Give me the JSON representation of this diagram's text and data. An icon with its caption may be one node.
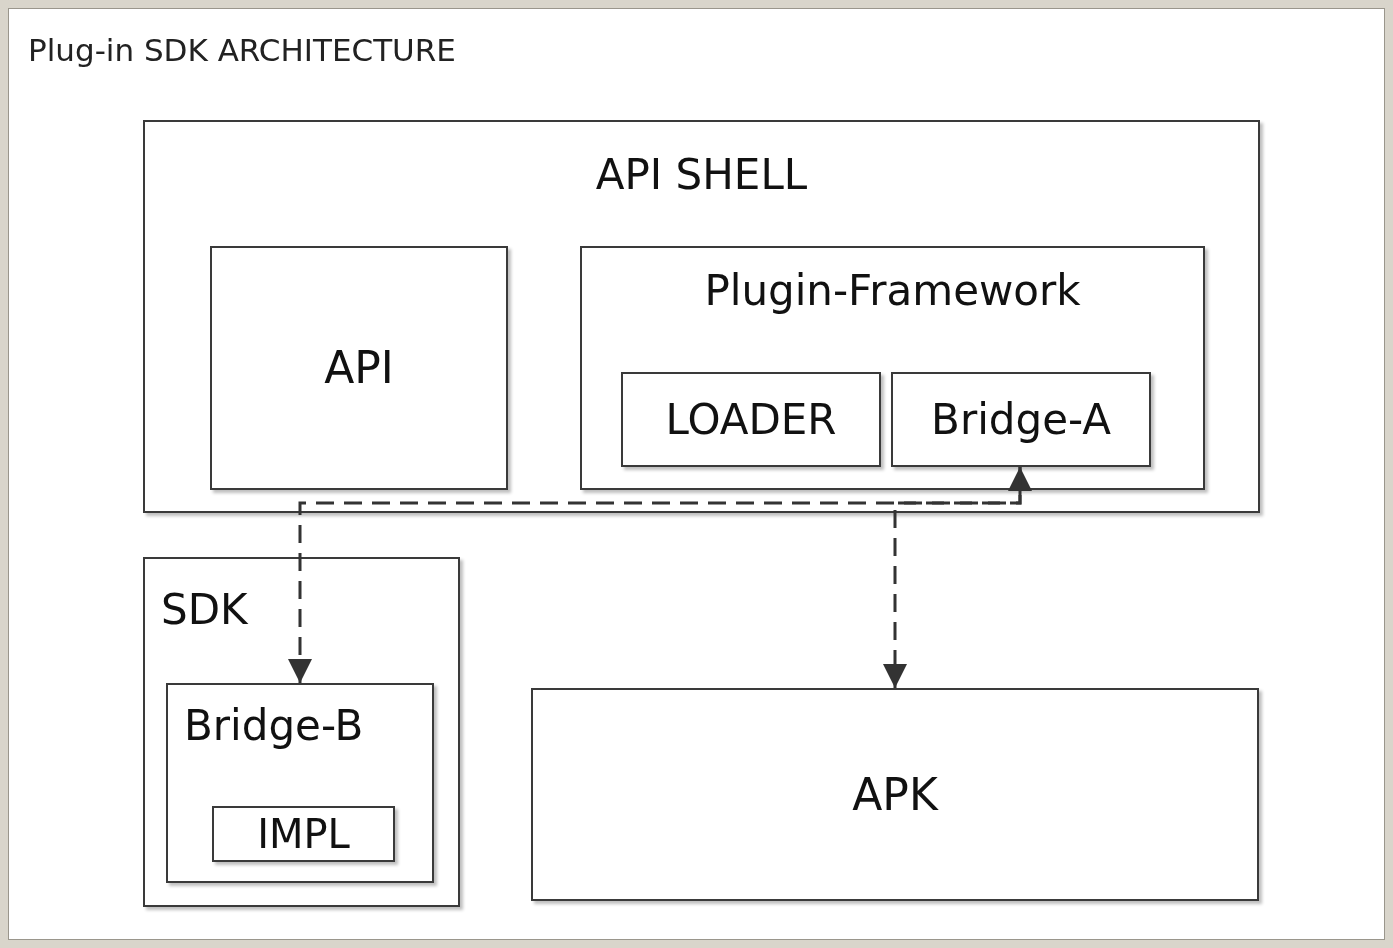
{
  "diagram": {
    "title": "Plug-in SDK ARCHITECTURE",
    "nodes": [
      {
        "text": [
          "API SHELL"
        ]
      },
      {
        "text": [
          "API"
        ],
        "in": 0
      },
      {
        "text": [
          "Plugin-Framework"
        ],
        "in": 0
      },
      {
        "text": [
          "LOADER"
        ],
        "in": 2
      },
      {
        "text": [
          "Bridge-A"
        ],
        "in": 2
      },
      {
        "text": [
          "SDK"
        ]
      },
      {
        "text": [
          "Bridge-B"
        ],
        "in": 5
      },
      {
        "text": [
          "IMPL"
        ],
        "in": 6
      },
      {
        "text": [
          "APK"
        ]
      }
    ],
    "edges": [
      {
        "from": 6,
        "to": 4,
        "arrow": "both",
        "style": "dashed"
      },
      {
        "from": 4,
        "to": 8,
        "arrow": "to",
        "style": "dashed"
      }
    ]
  }
}
